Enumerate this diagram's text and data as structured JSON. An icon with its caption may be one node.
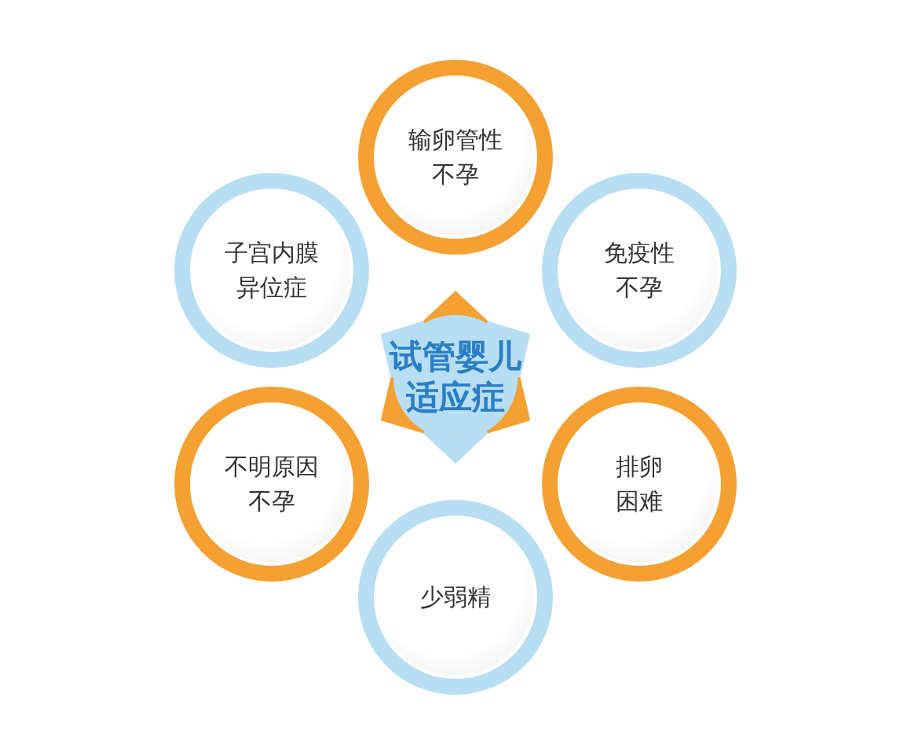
{
  "diagram": {
    "nodes": [
      {
        "text": [
          "试管婴儿适应症"
        ]
      },
      {
        "text": [
          "输卵管性不孕"
        ]
      },
      {
        "text": [
          "子宫内膜异位症"
        ]
      },
      {
        "text": [
          "免疫性不孕"
        ]
      },
      {
        "text": [
          "不明原因不孕"
        ]
      },
      {
        "text": [
          "排卵困难"
        ]
      },
      {
        "text": [
          "少弱精"
        ]
      }
    ]
  }
}
